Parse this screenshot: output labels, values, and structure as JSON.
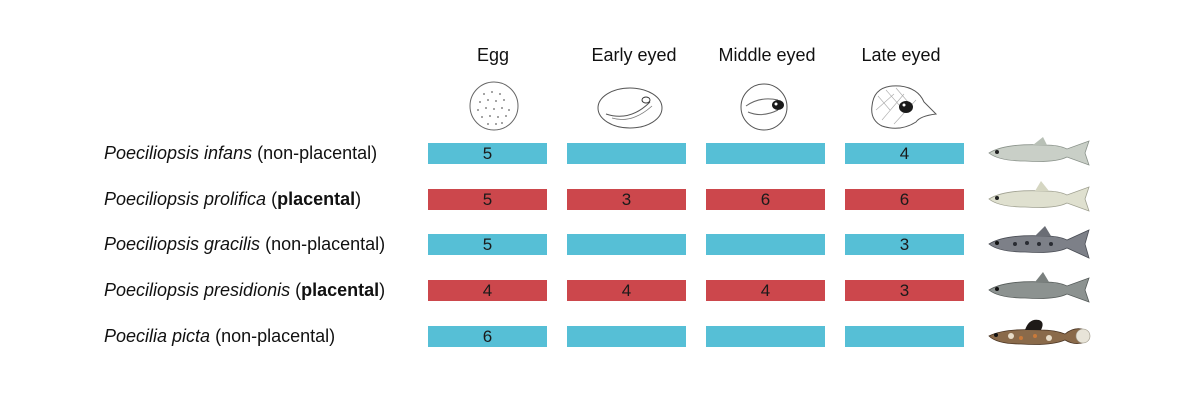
{
  "colors": {
    "non_placental": "#56bfd6",
    "placental": "#cc474c"
  },
  "stages": [
    {
      "label": "Egg",
      "icon": "egg-drawing-icon"
    },
    {
      "label": "Early eyed",
      "icon": "early-eyed-embryo-icon"
    },
    {
      "label": "Middle eyed",
      "icon": "middle-eyed-embryo-icon"
    },
    {
      "label": "Late eyed",
      "icon": "late-eyed-embryo-icon"
    }
  ],
  "rows": [
    {
      "genus_species": "Poeciliopsis infans",
      "open": " (",
      "type": "non-placental",
      "close": ")",
      "placental": false,
      "values": [
        "5",
        "",
        "",
        "4"
      ],
      "icon": "fish-icon"
    },
    {
      "genus_species": "Poeciliopsis prolifica",
      "open": " (",
      "type": "placental",
      "close": ")",
      "placental": true,
      "values": [
        "5",
        "3",
        "6",
        "6"
      ],
      "icon": "fish-icon"
    },
    {
      "genus_species": "Poeciliopsis gracilis",
      "open": " (",
      "type": "non-placental",
      "close": ")",
      "placental": false,
      "values": [
        "5",
        "",
        "",
        "3"
      ],
      "icon": "fish-icon"
    },
    {
      "genus_species": "Poeciliopsis presidionis",
      "open": " (",
      "type": "placental",
      "close": ")",
      "placental": true,
      "values": [
        "4",
        "4",
        "4",
        "3"
      ],
      "icon": "fish-icon"
    },
    {
      "genus_species": "Poecilia picta",
      "open": " (",
      "type": "non-placental",
      "close": ")",
      "placental": false,
      "values": [
        "6",
        "",
        "",
        ""
      ],
      "icon": "fish-icon"
    }
  ]
}
